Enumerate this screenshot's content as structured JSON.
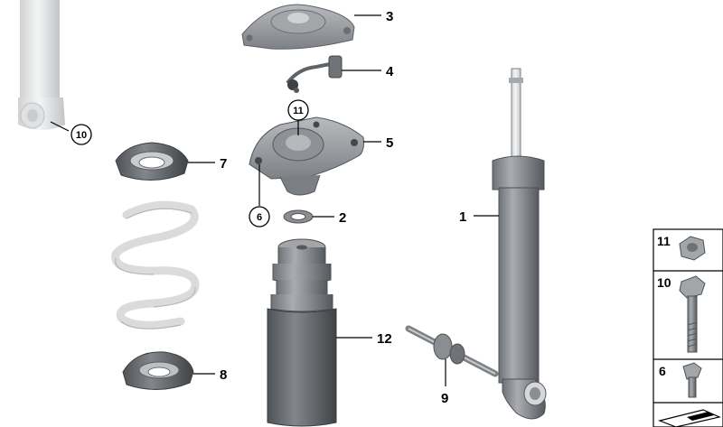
{
  "callouts": {
    "shock_absorber": "1",
    "washer": "2",
    "top_mount_cover": "3",
    "wiring_clip": "4",
    "top_mount": "5",
    "screw_small": "6",
    "spring_pad_upper": "7",
    "spring_pad_lower": "8",
    "bracket_link": "9",
    "bolt": "10",
    "nut": "11",
    "bump_stop_boot": "12"
  },
  "circled_callouts": {
    "bolt_at_shock_eye": "10",
    "nut_at_mount": "11",
    "screw_at_mount": "6"
  },
  "legend": {
    "nut": "11",
    "bolt": "10",
    "screw": "6"
  }
}
